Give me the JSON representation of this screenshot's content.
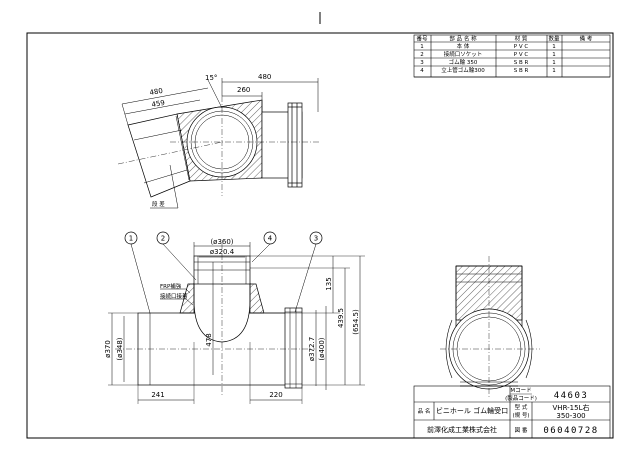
{
  "parts_table": {
    "headers": [
      "番号",
      "部 品 名 称",
      "材 質",
      "数量",
      "備 考"
    ],
    "rows": [
      [
        "1",
        "本 体",
        "P V C",
        "1",
        ""
      ],
      [
        "2",
        "接続口ソケット",
        "P V C",
        "1",
        ""
      ],
      [
        "3",
        "ゴム輪 350",
        "S B R",
        "1",
        ""
      ],
      [
        "4",
        "立上管ゴム輪300",
        "S B R",
        "1",
        ""
      ]
    ]
  },
  "title_block": {
    "mcode_label": "Mコード",
    "mcode_sublabel": "(製品コード)",
    "mcode_value": "44603",
    "name_label": "品 名",
    "name_value": "ビニホール ゴム輪受口",
    "model_label": "型 式",
    "model_sublabel": "(規 号)",
    "model_value_1": "VHR-15L右",
    "model_value_2": "350-300",
    "company": "前澤化成工業株式会社",
    "drawing_label": "図 番",
    "drawing_value": "06040728"
  },
  "top_view": {
    "dim_angle": "15°",
    "dim_480_left": "480",
    "dim_459": "459",
    "dim_260": "260",
    "dim_480_right": "480",
    "label_slope": "段 差"
  },
  "front_view": {
    "balloon_1": "1",
    "balloon_2": "2",
    "balloon_3": "3",
    "balloon_4": "4",
    "dim_360": "(ø360)",
    "dim_320": "ø320.4",
    "label_frp": "FRP補強",
    "label_joint": "接続口接着",
    "dim_135": "135",
    "dim_439": "439.5",
    "dim_654": "(654.5)",
    "dim_478": "478",
    "dim_370": "ø370",
    "dim_348": "(ø348)",
    "dim_372": "ø372.7",
    "dim_400": "(ø400)",
    "dim_241": "241",
    "dim_220": "220"
  }
}
